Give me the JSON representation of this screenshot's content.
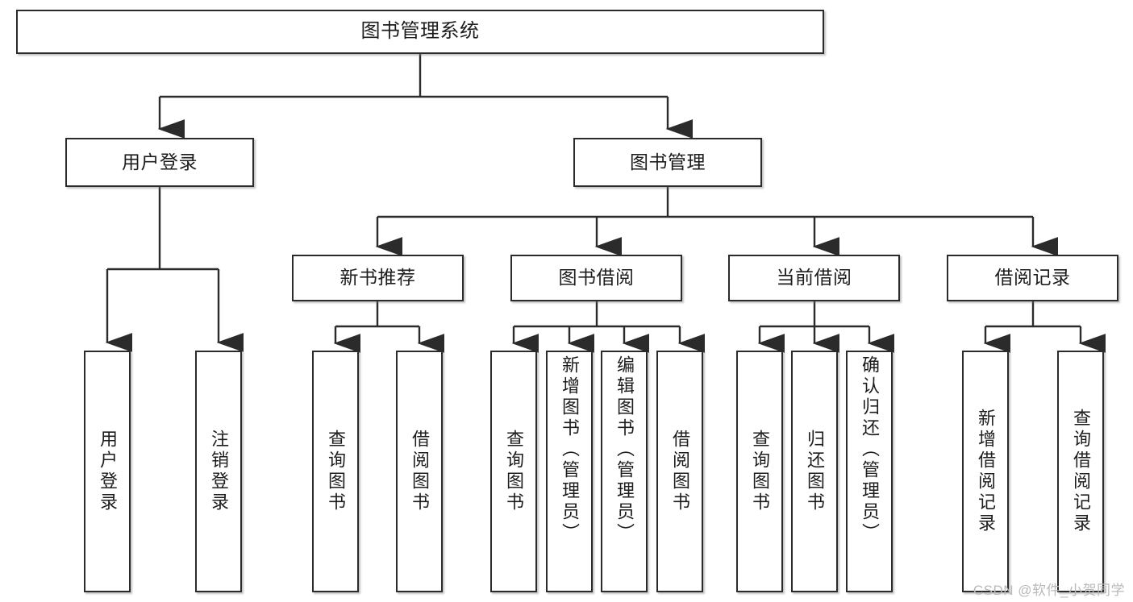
{
  "diagram": {
    "title": "图书管理系统",
    "type": "tree-hierarchy-chart",
    "root": {
      "label": "图书管理系统"
    },
    "level2": [
      {
        "label": "用户登录"
      },
      {
        "label": "图书管理"
      }
    ],
    "level3": [
      {
        "label": "新书推荐"
      },
      {
        "label": "图书借阅"
      },
      {
        "label": "当前借阅"
      },
      {
        "label": "借阅记录"
      }
    ],
    "leaves": {
      "user_login": [
        {
          "label": "用户登录"
        },
        {
          "label": "注销登录"
        }
      ],
      "new_book_recommend": [
        {
          "label": "查询图书"
        },
        {
          "label": "借阅图书"
        }
      ],
      "book_borrow": [
        {
          "label": "查询图书"
        },
        {
          "label": "新增图书（管理员）"
        },
        {
          "label": "编辑图书（管理员）"
        },
        {
          "label": "借阅图书"
        }
      ],
      "current_borrow": [
        {
          "label": "查询图书"
        },
        {
          "label": "归还图书"
        },
        {
          "label": "确认归还（管理员）"
        }
      ],
      "borrow_record": [
        {
          "label": "新增借阅记录"
        },
        {
          "label": "查询借阅记录"
        }
      ]
    }
  },
  "watermark": {
    "text": "CSDN @软件_小贺同学"
  },
  "colors": {
    "border": "#2b2b2b",
    "text": "#1d1d1d",
    "background": "#ffffff",
    "connector": "#2b2b2b",
    "watermark": "#b9b9b9"
  }
}
